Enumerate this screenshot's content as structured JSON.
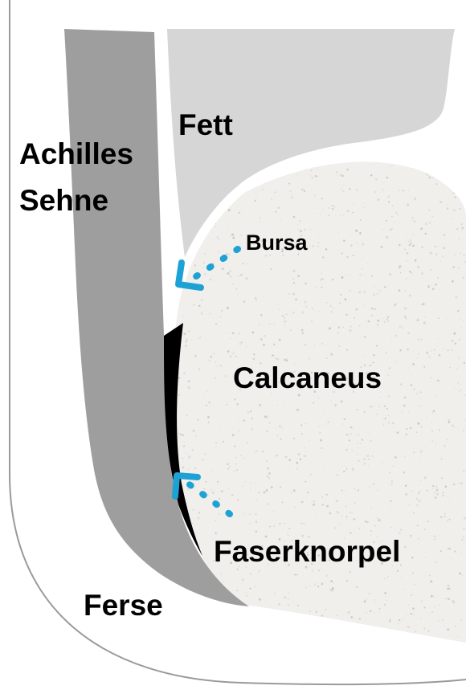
{
  "labels": {
    "fett": "Fett",
    "achilles_line1": "Achilles",
    "achilles_line2": "Sehne",
    "bursa": "Bursa",
    "calcaneus": "Calcaneus",
    "faserknorpel": "Faserknorpel",
    "ferse": "Ferse"
  },
  "colors": {
    "outline": "#9a9a9a",
    "tendon": "#9e9e9e",
    "fat": "#d6d6d6",
    "bone": "#f0efeb",
    "bone_speckle": "#b9b8b3",
    "fibrocartilage": "#000000",
    "arrow": "#1ea2d6",
    "text": "#000000"
  }
}
